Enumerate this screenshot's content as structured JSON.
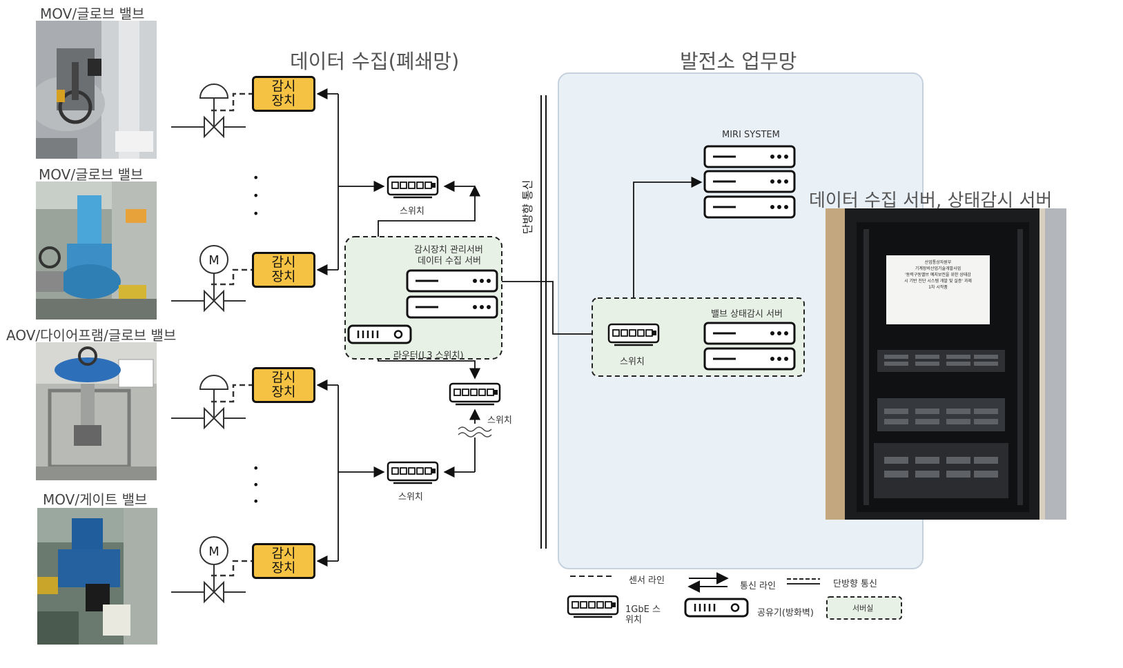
{
  "titles": {
    "left": "데이터 수집(폐쇄망)",
    "right": "발전소 업무망",
    "server_photo": "데이터 수집 서버, 상태감시 서버"
  },
  "photos": [
    {
      "label": "MOV/글로브 밸브"
    },
    {
      "label": "MOV/글로브 밸브"
    },
    {
      "label": "AOV/다이어프램/글로브 밸브"
    },
    {
      "label": "MOV/게이트 밸브"
    }
  ],
  "monitors": [
    "감시\n장치",
    "감시\n장치",
    "감시\n장치",
    "감시\n장치"
  ],
  "motor_symbol": "M",
  "dots": "•",
  "switch_label": "스위치",
  "server_room": {
    "line1": "감시장치 관리서버",
    "line2": "데이터 수집 서버",
    "router_label": "라우터(L3 스위치)"
  },
  "divider_label": "단방향 통신",
  "miri": "MIRI SYSTEM",
  "valve_server": "밸브 상태감시 서버",
  "rack_sign": {
    "line1": "산업통상자원부",
    "line2": "기계장비산업기술개발사업",
    "line3": "'동력구동밸브 예지보전을 위한 상태감",
    "line4": "시 기반 진단 시스템 개발 및 실증' 과제",
    "line5": "1차 시작품"
  },
  "legend": {
    "sensor": "센서 라인",
    "comm": "통신 라인",
    "oneway": "단방향 통신",
    "switch": "1GbE 스위치",
    "router": "공유기(방화벽)",
    "server_room": "서버실"
  },
  "colors": {
    "monitor_fill": "#f5c243",
    "server_room_fill": "#e8f1e6",
    "plant_net_fill": "#e9f0f6",
    "plant_net_border": "#c5d1dc"
  }
}
